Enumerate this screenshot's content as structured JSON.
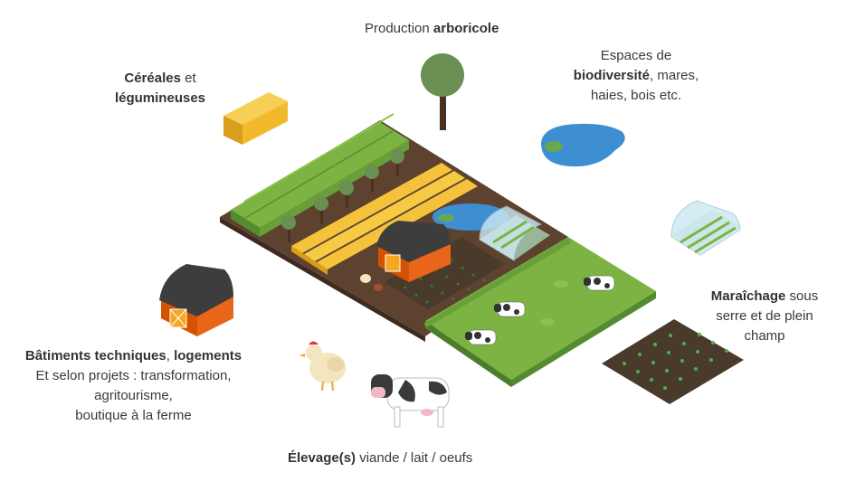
{
  "labels": {
    "arboricole": {
      "normal": "Production ",
      "bold": "arboricole"
    },
    "biodiversite": {
      "line1": "Espaces de",
      "line2_bold": "biodiversité",
      "line2_rest": ", mares,",
      "line3": "haies, bois etc."
    },
    "cereales": {
      "line1_bold": "Céréales",
      "line1_rest": " et",
      "line2_bold": "légumineuses"
    },
    "maraichage": {
      "line1_bold": "Maraîchage",
      "line1_rest": " sous",
      "line2": "serre et de plein",
      "line3": "champ"
    },
    "batiments": {
      "line1_bold_a": "Bâtiments techniques",
      "line1_sep": ", ",
      "line1_bold_b": "logements",
      "line2": "Et selon projets : transformation,",
      "line3": "agritourisme,",
      "line4": "boutique à la ferme"
    },
    "elevage": {
      "bold": "Élevage(s)",
      "normal": " viande / lait / oeufs"
    }
  },
  "icons": [
    "tree-icon",
    "pond-icon",
    "hay-bale-icon",
    "greenhouse-icon",
    "barn-icon",
    "vegetable-plot-icon",
    "chicken-icon",
    "cow-icon",
    "farm-landscape-icon"
  ],
  "colors": {
    "text": "#3a3a3a",
    "grass": "#7cb342",
    "grass_dark": "#558b2f",
    "soil": "#5d4230",
    "hay": "#f5c33b",
    "water": "#3d8fd1",
    "barn_orange": "#e8651a",
    "barn_roof": "#3d3d3d",
    "tree_foliage": "#6a8f52",
    "tree_trunk": "#4a3020"
  }
}
